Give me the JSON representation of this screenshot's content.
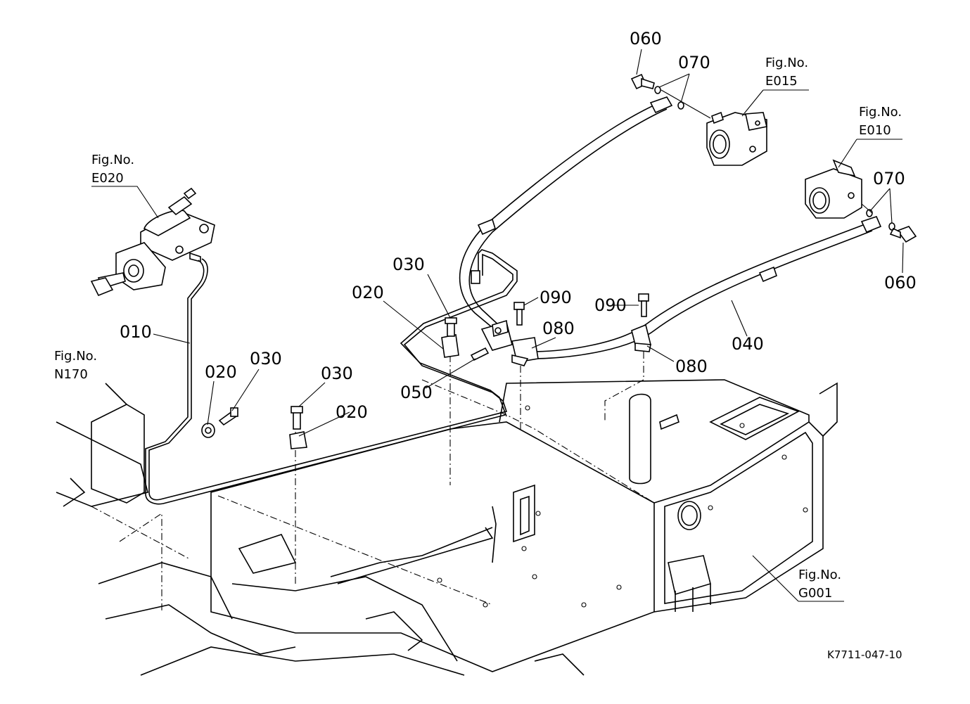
{
  "figure_refs": {
    "e020": {
      "prefix": "Fig.No.",
      "code": "E020"
    },
    "n170": {
      "prefix": "Fig.No.",
      "code": "N170"
    },
    "e015": {
      "prefix": "Fig.No.",
      "code": "E015"
    },
    "e010": {
      "prefix": "Fig.No.",
      "code": "E010"
    },
    "g001": {
      "prefix": "Fig.No.",
      "code": "G001"
    }
  },
  "callouts": {
    "p010": "010",
    "p020_a": "020",
    "p030_a": "030",
    "p030_b": "030",
    "p020_b": "020",
    "p020_c": "020",
    "p030_c": "030",
    "p050": "050",
    "p090_a": "090",
    "p080_a": "080",
    "p090_b": "090",
    "p080_b": "080",
    "p040": "040",
    "p060_a": "060",
    "p070_a": "070",
    "p070_b": "070",
    "p060_b": "060"
  },
  "drawing_code": "K7711-047-10"
}
